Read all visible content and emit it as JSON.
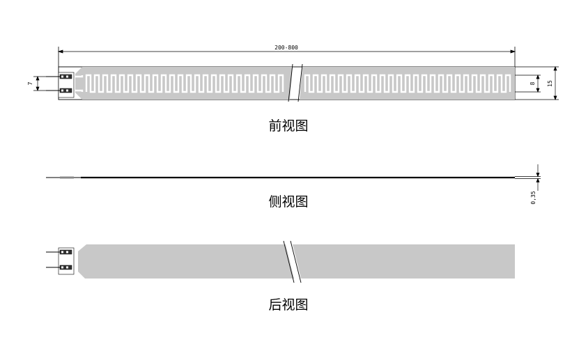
{
  "colors": {
    "film": "#c8c8c8",
    "trace": "#ffffff",
    "line": "#000000",
    "background": "#ffffff"
  },
  "front_view": {
    "caption": "前视图",
    "length_dim": "200-800",
    "lead_spacing_dim": "7",
    "trace_width_dim": "8",
    "total_width_dim": "15"
  },
  "side_view": {
    "caption": "侧视图",
    "thickness_dim": "0,35"
  },
  "back_view": {
    "caption": "后视图"
  }
}
